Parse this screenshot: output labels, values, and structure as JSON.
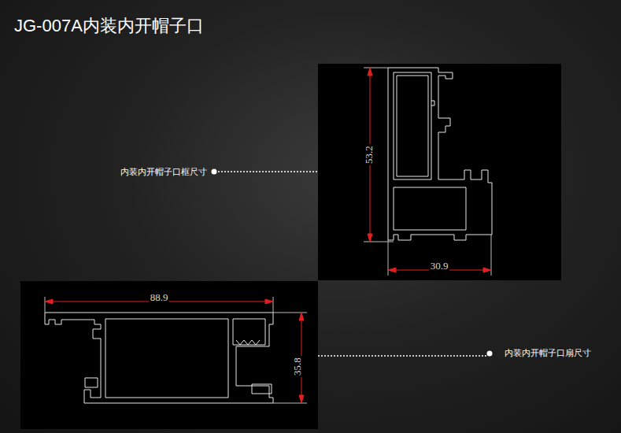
{
  "diagram": {
    "title": "JG-007A内装内开帽子口",
    "labels": [
      "内装内开帽子口框尺寸",
      "53.2",
      "30.9",
      "88.9",
      "35.8",
      "内装内开帽子口扇尺寸"
    ]
  }
}
